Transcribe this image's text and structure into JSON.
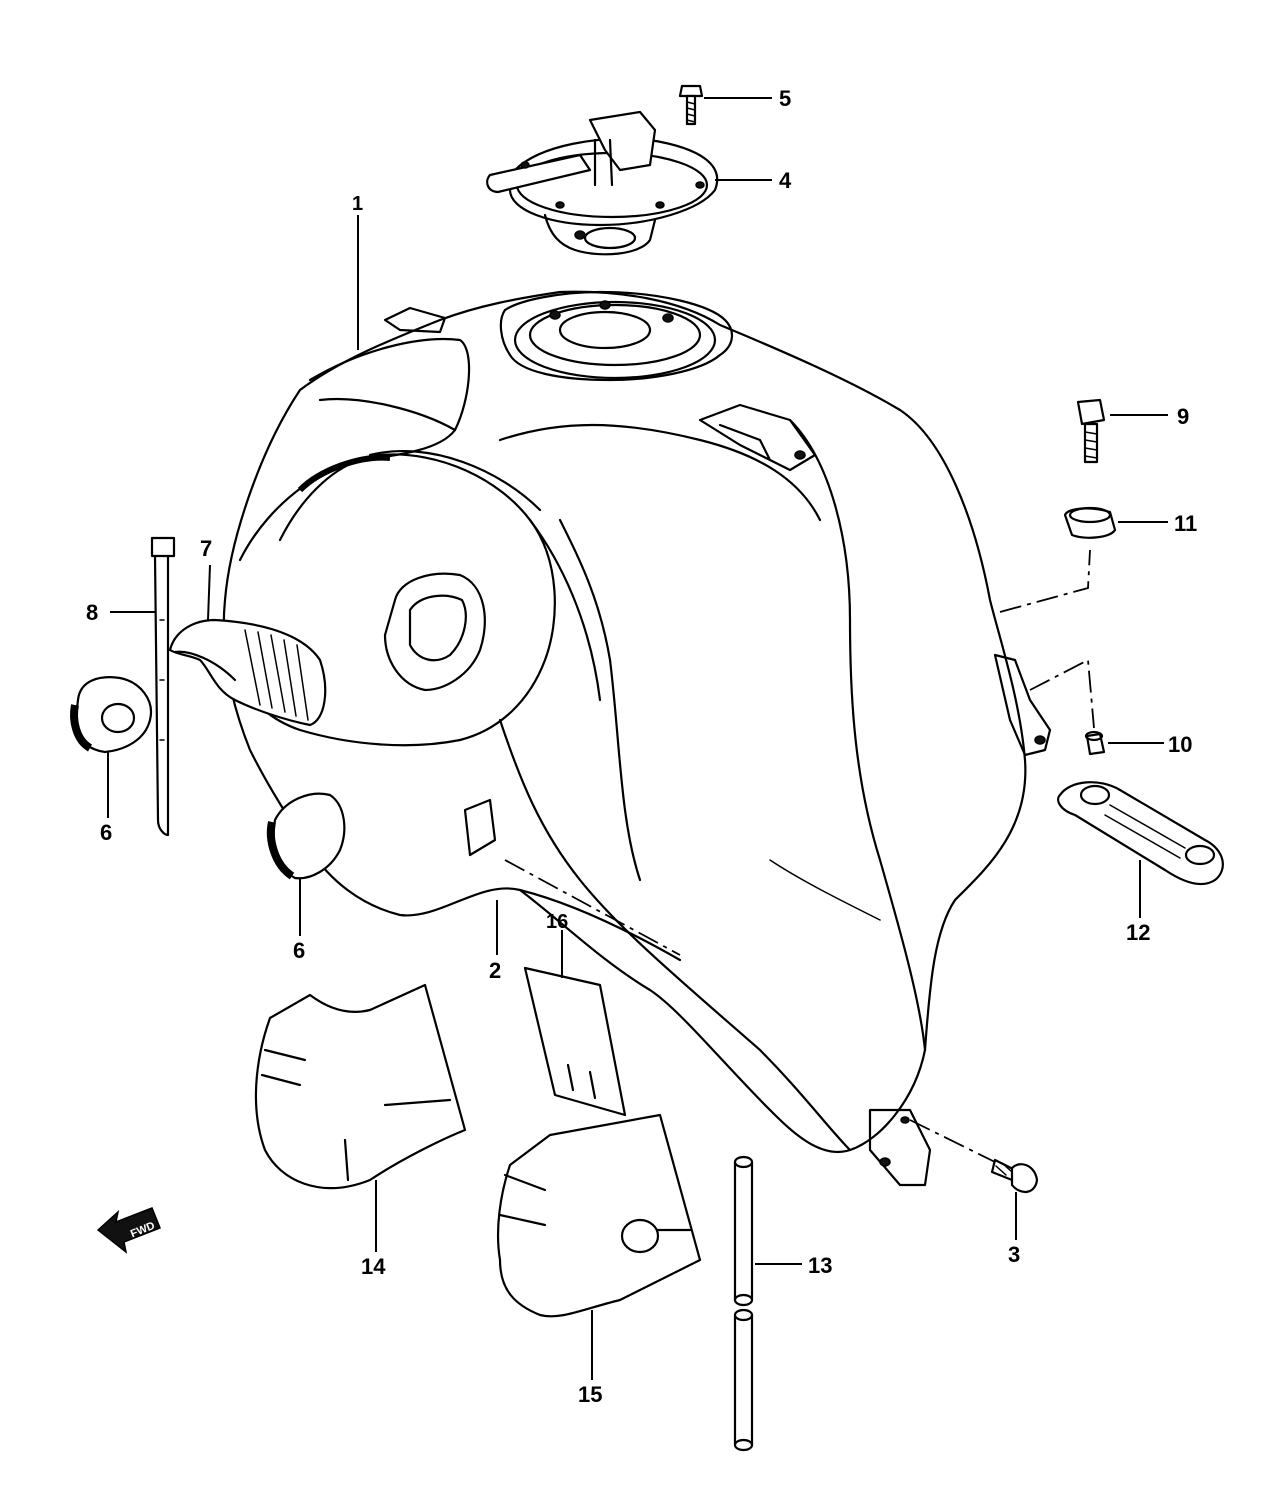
{
  "callouts": [
    {
      "id": "1",
      "label": "1"
    },
    {
      "id": "2",
      "label": "2"
    },
    {
      "id": "3",
      "label": "3"
    },
    {
      "id": "4",
      "label": "4"
    },
    {
      "id": "5",
      "label": "5"
    },
    {
      "id": "6a",
      "label": "6"
    },
    {
      "id": "6b",
      "label": "6"
    },
    {
      "id": "7",
      "label": "7"
    },
    {
      "id": "8",
      "label": "8"
    },
    {
      "id": "9",
      "label": "9"
    },
    {
      "id": "10",
      "label": "10"
    },
    {
      "id": "11",
      "label": "11"
    },
    {
      "id": "12",
      "label": "12"
    },
    {
      "id": "13",
      "label": "13"
    },
    {
      "id": "14",
      "label": "14"
    },
    {
      "id": "15",
      "label": "15"
    },
    {
      "id": "16",
      "label": "16"
    }
  ],
  "fwd_arrow": {
    "label": "FWD",
    "icon": "forward-arrow-icon"
  }
}
